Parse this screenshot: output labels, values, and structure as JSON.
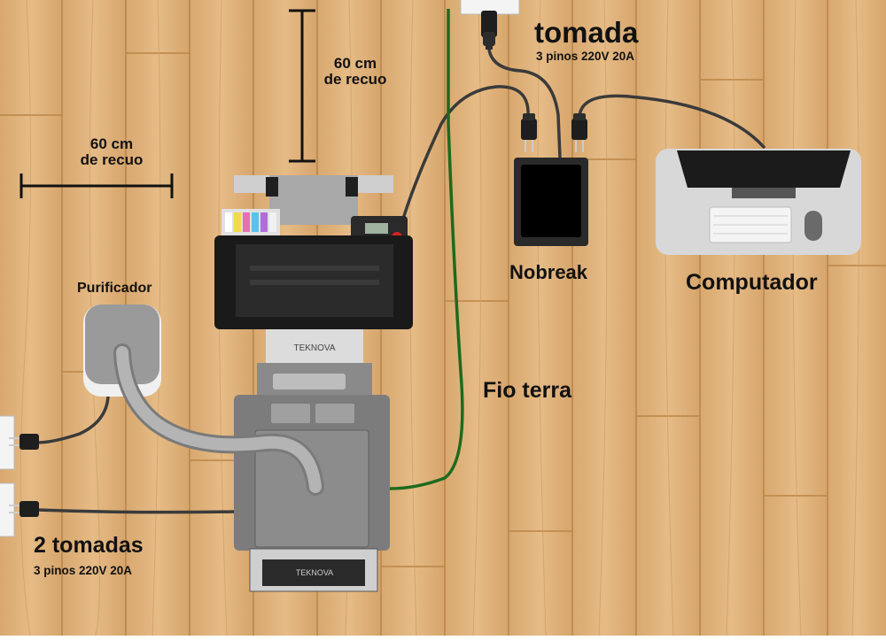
{
  "labels": {
    "tomada_title": "tomada",
    "tomada_spec": "3 pinos 220V 20A",
    "recuo_top_line1": "60 cm",
    "recuo_top_line2": "de recuo",
    "recuo_left_line1": "60 cm",
    "recuo_left_line2": "de recuo",
    "purificador": "Purificador",
    "nobreak": "Nobreak",
    "computador": "Computador",
    "fio_terra": "Fio terra",
    "tomadas_title": "2 tomadas",
    "tomadas_spec": "3 pinos 220V 20A",
    "brand": "TEKNOVA"
  },
  "colors": {
    "wood": "#e0b47e",
    "wood_dark": "#c8955c",
    "cable": "#3a3a3a",
    "ground_wire": "#1d6a1d",
    "printer_body": "#7c7c7c",
    "printer_dark": "#2b2b2b",
    "purifier": "#9a9a9a",
    "desk": "#d8d8d8"
  },
  "icons": [
    "plug-icon",
    "power-button-icon",
    "monitor-icon",
    "keyboard-icon",
    "mouse-icon"
  ]
}
